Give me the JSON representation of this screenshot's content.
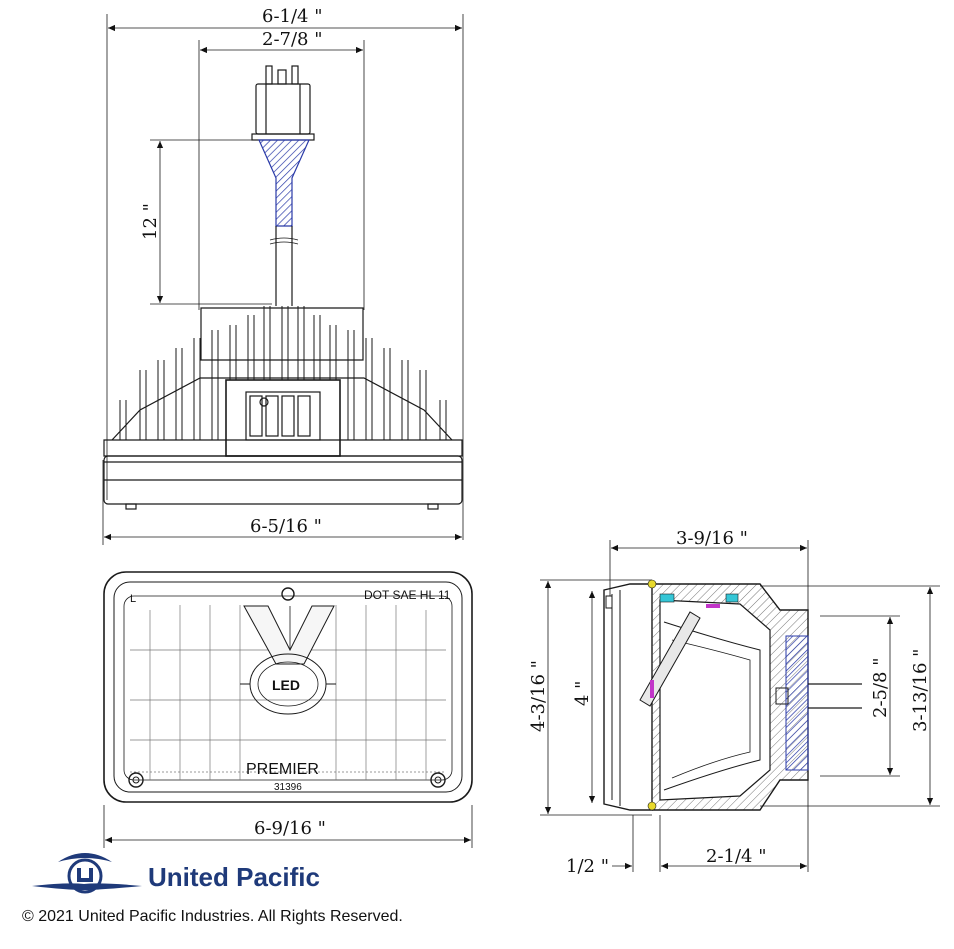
{
  "dimensions": {
    "top_width": "6-1/4 \"",
    "connector_width": "2-7/8 \"",
    "cable_length": "12 \"",
    "base_width": "6-5/16 \"",
    "front_width": "6-9/16 \"",
    "side_depth": "3-9/16 \"",
    "side_height_outer": "4-3/16 \"",
    "side_height_inner": "4 \"",
    "housing_height_small": "2-5/8 \"",
    "housing_height_large": "3-13/16 \"",
    "bezel_depth": "1/2 \"",
    "body_depth": "2-1/4 \""
  },
  "lamp": {
    "certification": "DOT SAE HL 11",
    "corner_mark": "L",
    "brand_mark": "PREMIER",
    "part_number": "31396",
    "center_badge": "LED"
  },
  "company": {
    "name": "United Pacific",
    "copyright": "© 2021 United Pacific Industries. All Rights Reserved."
  },
  "colors": {
    "line": "#1a1a1a",
    "cable_hatch": "#2a3aa8",
    "brand": "#1f3a7a",
    "accent_cyan": "#35c6d6",
    "accent_magenta": "#c236c9",
    "accent_yellow": "#e8d92c"
  }
}
